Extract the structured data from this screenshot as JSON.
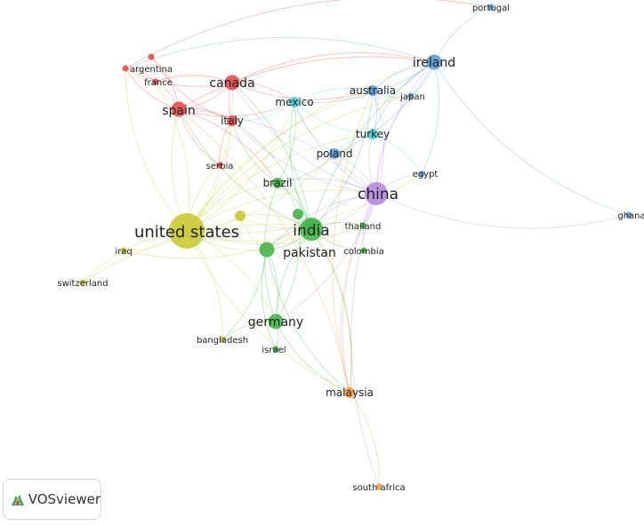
{
  "app": {
    "name": "VOSviewer"
  },
  "colors": {
    "red": "#e74c4c",
    "green": "#45b549",
    "yellow": "#c9c933",
    "blue": "#5b9bd8",
    "cyan": "#4fd0df",
    "purple": "#b58be0",
    "orange": "#f5a040"
  },
  "nodes": [
    {
      "id": "united-states",
      "label": "united states",
      "cluster": "yellow",
      "weight": 5
    },
    {
      "id": "china",
      "label": "china",
      "cluster": "purple",
      "weight": 4
    },
    {
      "id": "india",
      "label": "india",
      "cluster": "green",
      "weight": 4
    },
    {
      "id": "spain",
      "label": "spain",
      "cluster": "red",
      "weight": 3
    },
    {
      "id": "canada",
      "label": "canada",
      "cluster": "red",
      "weight": 3
    },
    {
      "id": "ireland",
      "label": "ireland",
      "cluster": "blue",
      "weight": 3
    },
    {
      "id": "pakistan",
      "label": "pakistan",
      "cluster": "green",
      "weight": 3
    },
    {
      "id": "germany",
      "label": "germany",
      "cluster": "green",
      "weight": 3
    },
    {
      "id": "malaysia",
      "label": "malaysia",
      "cluster": "orange",
      "weight": 2
    },
    {
      "id": "brazil",
      "label": "brazil",
      "cluster": "green",
      "weight": 2
    },
    {
      "id": "mexico",
      "label": "mexico",
      "cluster": "cyan",
      "weight": 2
    },
    {
      "id": "australia",
      "label": "australia",
      "cluster": "blue",
      "weight": 2
    },
    {
      "id": "turkey",
      "label": "turkey",
      "cluster": "cyan",
      "weight": 2
    },
    {
      "id": "poland",
      "label": "poland",
      "cluster": "blue",
      "weight": 2
    },
    {
      "id": "italy",
      "label": "italy",
      "cluster": "red",
      "weight": 2
    },
    {
      "id": "france",
      "label": "france",
      "cluster": "red",
      "weight": 1
    },
    {
      "id": "argentina",
      "label": "argentina",
      "cluster": "red",
      "weight": 1
    },
    {
      "id": "japan",
      "label": "japan",
      "cluster": "blue",
      "weight": 1
    },
    {
      "id": "egypt",
      "label": "egypt",
      "cluster": "blue",
      "weight": 1
    },
    {
      "id": "portugal",
      "label": "portugal",
      "cluster": "blue",
      "weight": 1
    },
    {
      "id": "ghana",
      "label": "ghana",
      "cluster": "blue",
      "weight": 1
    },
    {
      "id": "thailand",
      "label": "thailand",
      "cluster": "green",
      "weight": 1
    },
    {
      "id": "colombia",
      "label": "colombia",
      "cluster": "green",
      "weight": 1
    },
    {
      "id": "serbia",
      "label": "serbia",
      "cluster": "red",
      "weight": 1
    },
    {
      "id": "iraq",
      "label": "iraq",
      "cluster": "yellow",
      "weight": 1
    },
    {
      "id": "switzerland",
      "label": "switzerland",
      "cluster": "yellow",
      "weight": 1
    },
    {
      "id": "bangladesh",
      "label": "bangladesh",
      "cluster": "yellow",
      "weight": 1
    },
    {
      "id": "israel",
      "label": "israel",
      "cluster": "green",
      "weight": 1
    },
    {
      "id": "south-africa",
      "label": "south africa",
      "cluster": "orange",
      "weight": 1
    },
    {
      "id": "unlabeled-yellow",
      "label": "",
      "cluster": "yellow",
      "weight": 2
    },
    {
      "id": "unlabeled-green-1",
      "label": "",
      "cluster": "green",
      "weight": 2
    },
    {
      "id": "unlabeled-green-2",
      "label": "",
      "cluster": "green",
      "weight": 3
    },
    {
      "id": "unlabeled-red",
      "label": "",
      "cluster": "red",
      "weight": 1
    }
  ],
  "edges": [
    [
      "united-states",
      "china"
    ],
    [
      "united-states",
      "india"
    ],
    [
      "united-states",
      "spain"
    ],
    [
      "united-states",
      "canada"
    ],
    [
      "united-states",
      "ireland"
    ],
    [
      "united-states",
      "pakistan"
    ],
    [
      "united-states",
      "germany"
    ],
    [
      "united-states",
      "malaysia"
    ],
    [
      "united-states",
      "brazil"
    ],
    [
      "united-states",
      "mexico"
    ],
    [
      "united-states",
      "australia"
    ],
    [
      "united-states",
      "italy"
    ],
    [
      "united-states",
      "iraq"
    ],
    [
      "united-states",
      "switzerland"
    ],
    [
      "united-states",
      "bangladesh"
    ],
    [
      "united-states",
      "unlabeled-yellow"
    ],
    [
      "united-states",
      "argentina"
    ],
    [
      "united-states",
      "france"
    ],
    [
      "united-states",
      "turkey"
    ],
    [
      "united-states",
      "poland"
    ],
    [
      "united-states",
      "japan"
    ],
    [
      "united-states",
      "egypt"
    ],
    [
      "united-states",
      "serbia"
    ],
    [
      "united-states",
      "thailand"
    ],
    [
      "china",
      "india"
    ],
    [
      "china",
      "pakistan"
    ],
    [
      "china",
      "ireland"
    ],
    [
      "china",
      "australia"
    ],
    [
      "china",
      "japan"
    ],
    [
      "china",
      "malaysia"
    ],
    [
      "china",
      "canada"
    ],
    [
      "china",
      "spain"
    ],
    [
      "china",
      "egypt"
    ],
    [
      "china",
      "ghana"
    ],
    [
      "china",
      "turkey"
    ],
    [
      "china",
      "poland"
    ],
    [
      "china",
      "mexico"
    ],
    [
      "china",
      "brazil"
    ],
    [
      "china",
      "thailand"
    ],
    [
      "china",
      "colombia"
    ],
    [
      "china",
      "germany"
    ],
    [
      "china",
      "south-africa"
    ],
    [
      "china",
      "italy"
    ],
    [
      "china",
      "unlabeled-green-2"
    ],
    [
      "india",
      "pakistan"
    ],
    [
      "india",
      "germany"
    ],
    [
      "india",
      "malaysia"
    ],
    [
      "india",
      "brazil"
    ],
    [
      "india",
      "spain"
    ],
    [
      "india",
      "canada"
    ],
    [
      "india",
      "ireland"
    ],
    [
      "india",
      "italy"
    ],
    [
      "india",
      "mexico"
    ],
    [
      "india",
      "australia"
    ],
    [
      "india",
      "thailand"
    ],
    [
      "india",
      "colombia"
    ],
    [
      "india",
      "unlabeled-green-1"
    ],
    [
      "india",
      "unlabeled-green-2"
    ],
    [
      "pakistan",
      "germany"
    ],
    [
      "pakistan",
      "malaysia"
    ],
    [
      "pakistan",
      "bangladesh"
    ],
    [
      "pakistan",
      "israel"
    ],
    [
      "pakistan",
      "unlabeled-green-2"
    ],
    [
      "spain",
      "canada"
    ],
    [
      "spain",
      "italy"
    ],
    [
      "spain",
      "france"
    ],
    [
      "spain",
      "argentina"
    ],
    [
      "spain",
      "mexico"
    ],
    [
      "spain",
      "ireland"
    ],
    [
      "spain",
      "serbia"
    ],
    [
      "spain",
      "brazil"
    ],
    [
      "spain",
      "unlabeled-red"
    ],
    [
      "canada",
      "ireland"
    ],
    [
      "canada",
      "italy"
    ],
    [
      "canada",
      "argentina"
    ],
    [
      "canada",
      "australia"
    ],
    [
      "canada",
      "mexico"
    ],
    [
      "canada",
      "france"
    ],
    [
      "ireland",
      "portugal"
    ],
    [
      "ireland",
      "australia"
    ],
    [
      "ireland",
      "japan"
    ],
    [
      "ireland",
      "turkey"
    ],
    [
      "ireland",
      "egypt"
    ],
    [
      "ireland",
      "ghana"
    ],
    [
      "ireland",
      "poland"
    ],
    [
      "ireland",
      "argentina"
    ],
    [
      "ireland",
      "mexico"
    ],
    [
      "germany",
      "malaysia"
    ],
    [
      "germany",
      "israel"
    ],
    [
      "germany",
      "bangladesh"
    ],
    [
      "germany",
      "brazil"
    ],
    [
      "germany",
      "unlabeled-green-1"
    ],
    [
      "malaysia",
      "south-africa"
    ],
    [
      "malaysia",
      "unlabeled-green-2"
    ],
    [
      "malaysia",
      "thailand"
    ],
    [
      "malaysia",
      "spain"
    ],
    [
      "malaysia",
      "australia"
    ],
    [
      "brazil",
      "mexico"
    ],
    [
      "brazil",
      "italy"
    ],
    [
      "brazil",
      "poland"
    ],
    [
      "brazil",
      "unlabeled-green-1"
    ],
    [
      "mexico",
      "turkey"
    ],
    [
      "mexico",
      "australia"
    ],
    [
      "mexico",
      "poland"
    ],
    [
      "mexico",
      "italy"
    ],
    [
      "australia",
      "japan"
    ],
    [
      "australia",
      "turkey"
    ],
    [
      "turkey",
      "poland"
    ],
    [
      "turkey",
      "egypt"
    ],
    [
      "italy",
      "serbia"
    ],
    [
      "italy",
      "unlabeled-red"
    ],
    [
      "france",
      "argentina"
    ],
    [
      "argentina",
      "portugal"
    ],
    [
      "unlabeled-yellow",
      "unlabeled-green-2"
    ],
    [
      "unlabeled-yellow",
      "india"
    ],
    [
      "unlabeled-yellow",
      "pakistan"
    ],
    [
      "switzerland",
      "unlabeled-green-2"
    ],
    [
      "iraq",
      "india"
    ]
  ]
}
